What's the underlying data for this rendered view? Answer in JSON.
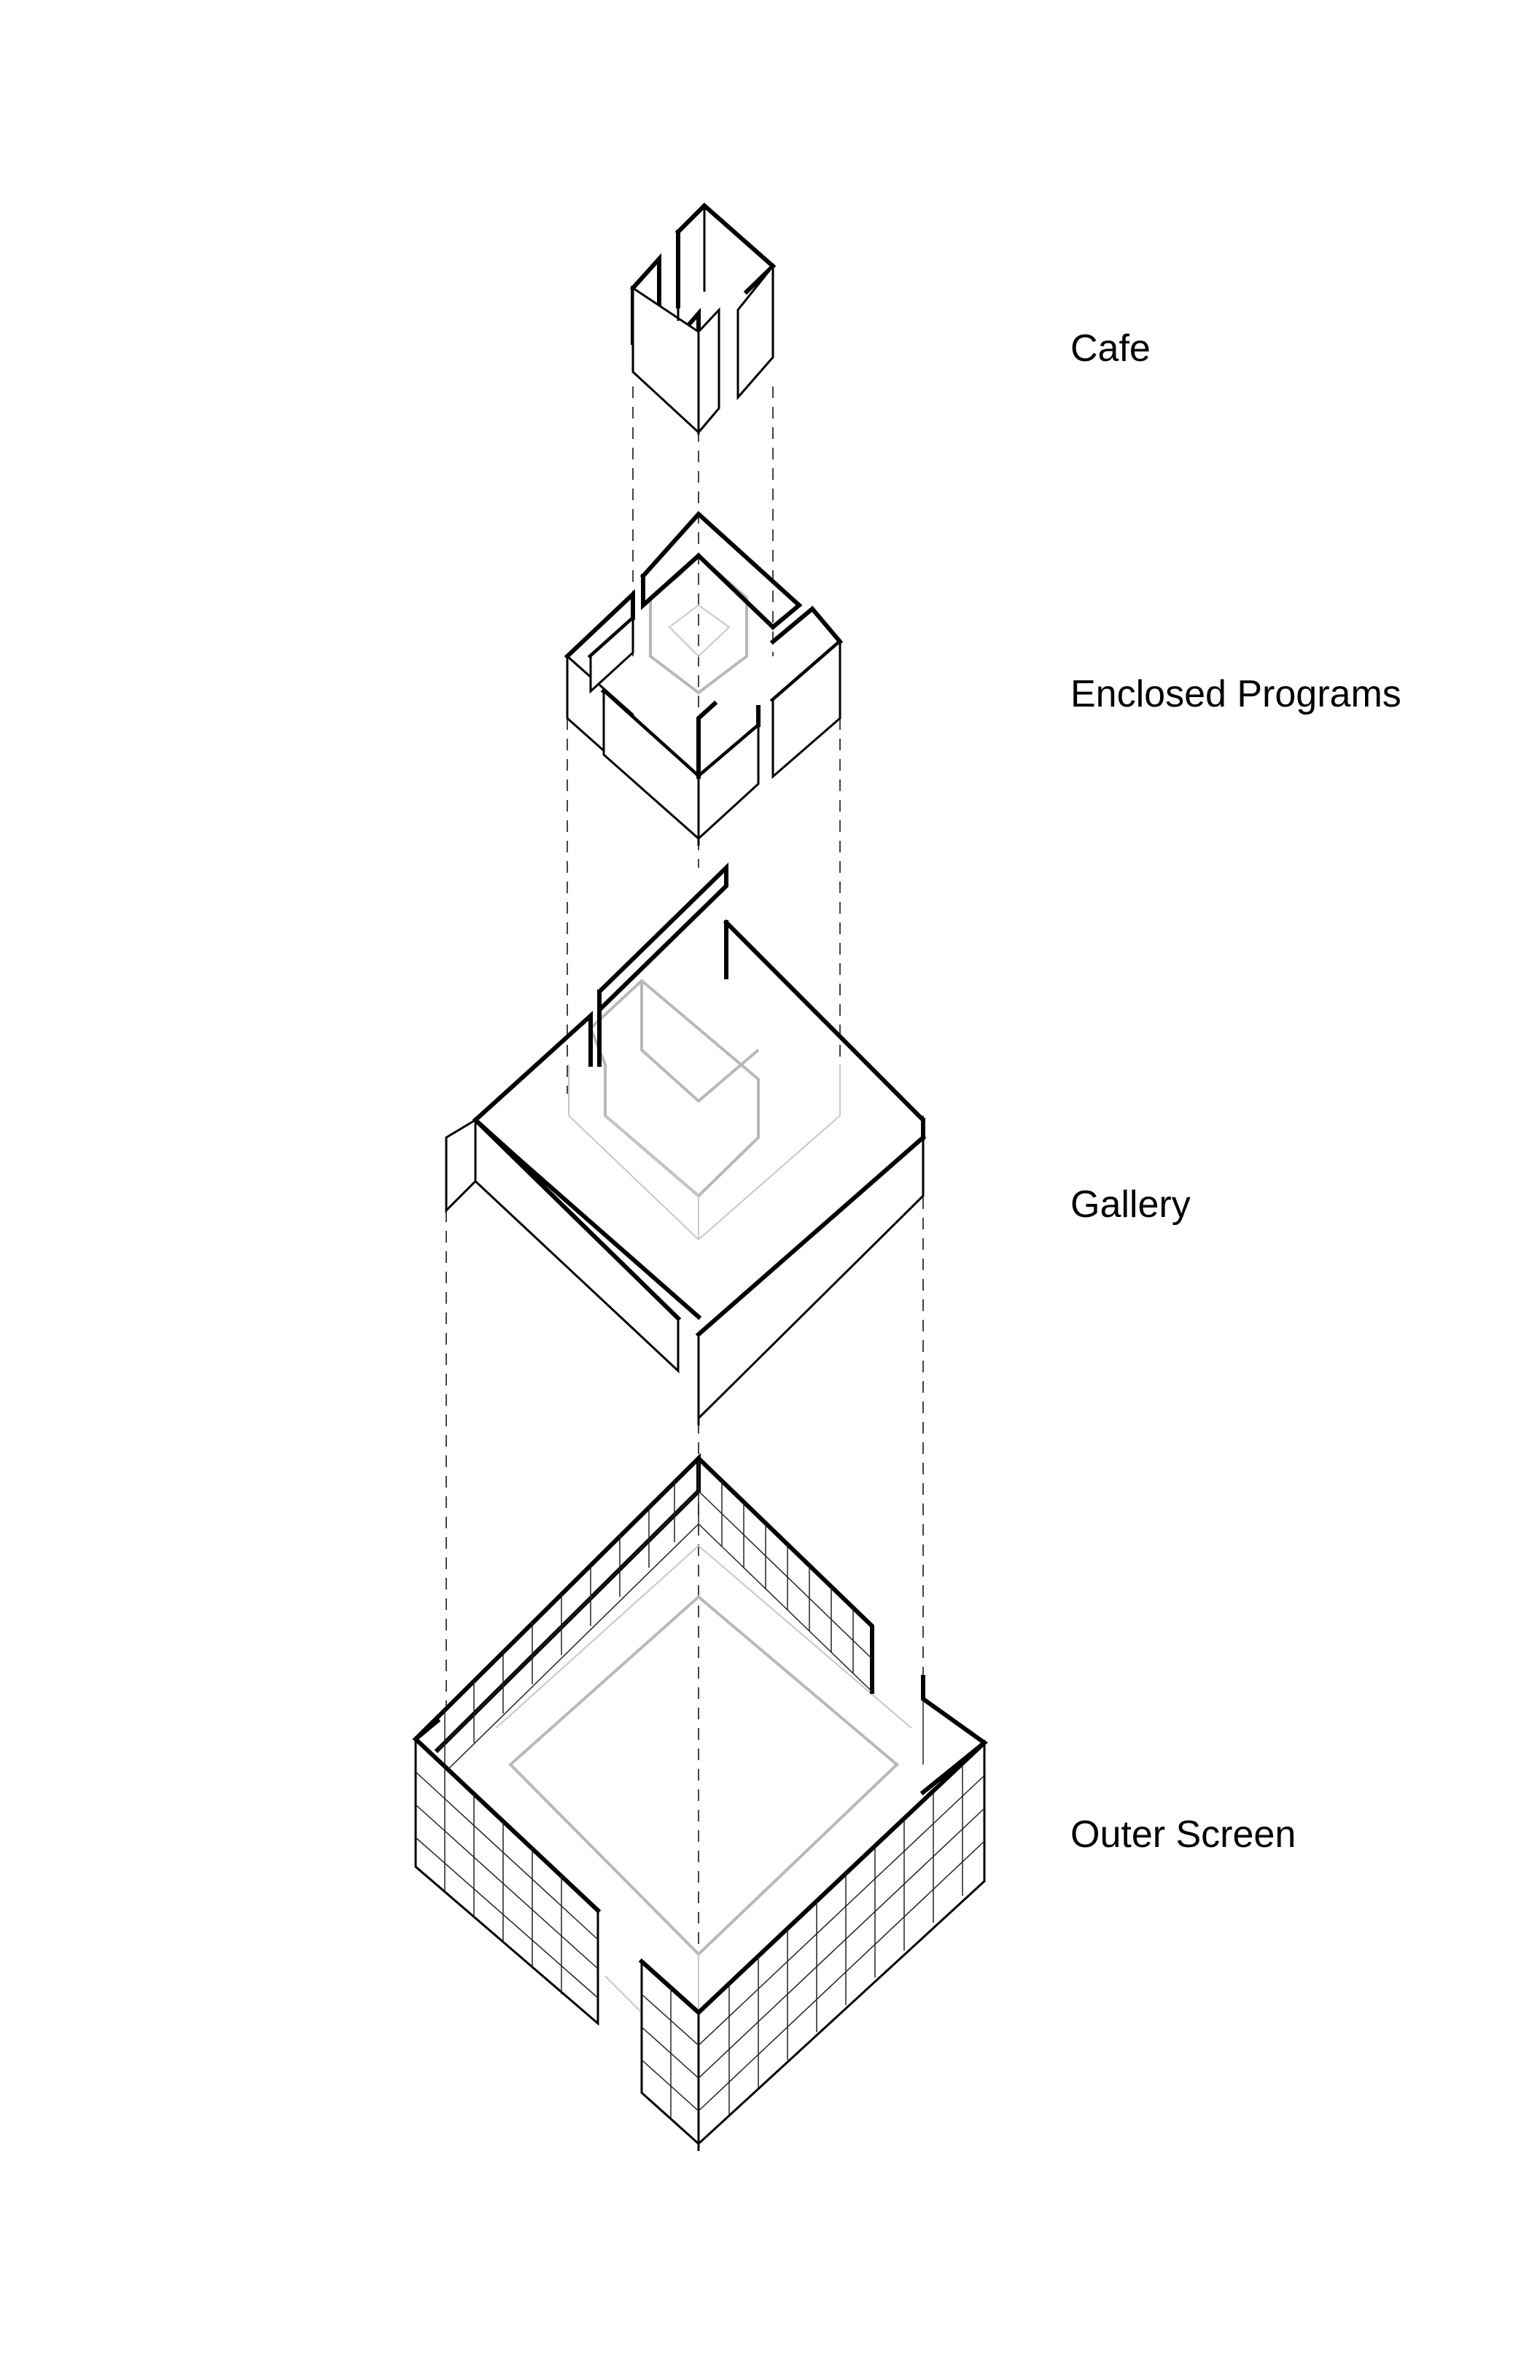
{
  "labels": {
    "cafe": "Cafe",
    "enclosed_programs": "Enclosed Programs",
    "gallery": "Gallery",
    "outer_screen": "Outer Screen"
  },
  "colors": {
    "line": "#000000",
    "ghost": "#b8b8b8",
    "background": "#ffffff"
  }
}
